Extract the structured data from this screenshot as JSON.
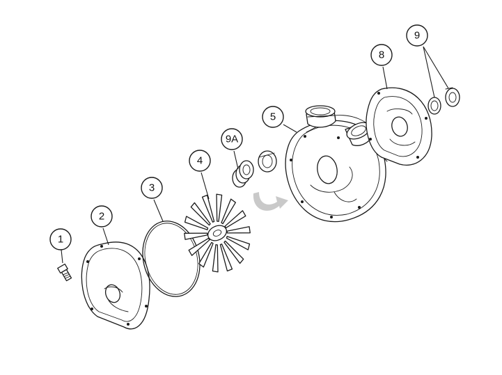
{
  "callouts": [
    {
      "id": "1",
      "label": "1"
    },
    {
      "id": "2",
      "label": "2"
    },
    {
      "id": "3",
      "label": "3"
    },
    {
      "id": "4",
      "label": "4"
    },
    {
      "id": "9A",
      "label": "9A"
    },
    {
      "id": "5",
      "label": "5"
    },
    {
      "id": "8",
      "label": "8"
    },
    {
      "id": "9",
      "label": "9"
    }
  ],
  "colors": {
    "line": "#1a1a1a",
    "arrow": "#c9c9c9",
    "background": "#ffffff"
  }
}
